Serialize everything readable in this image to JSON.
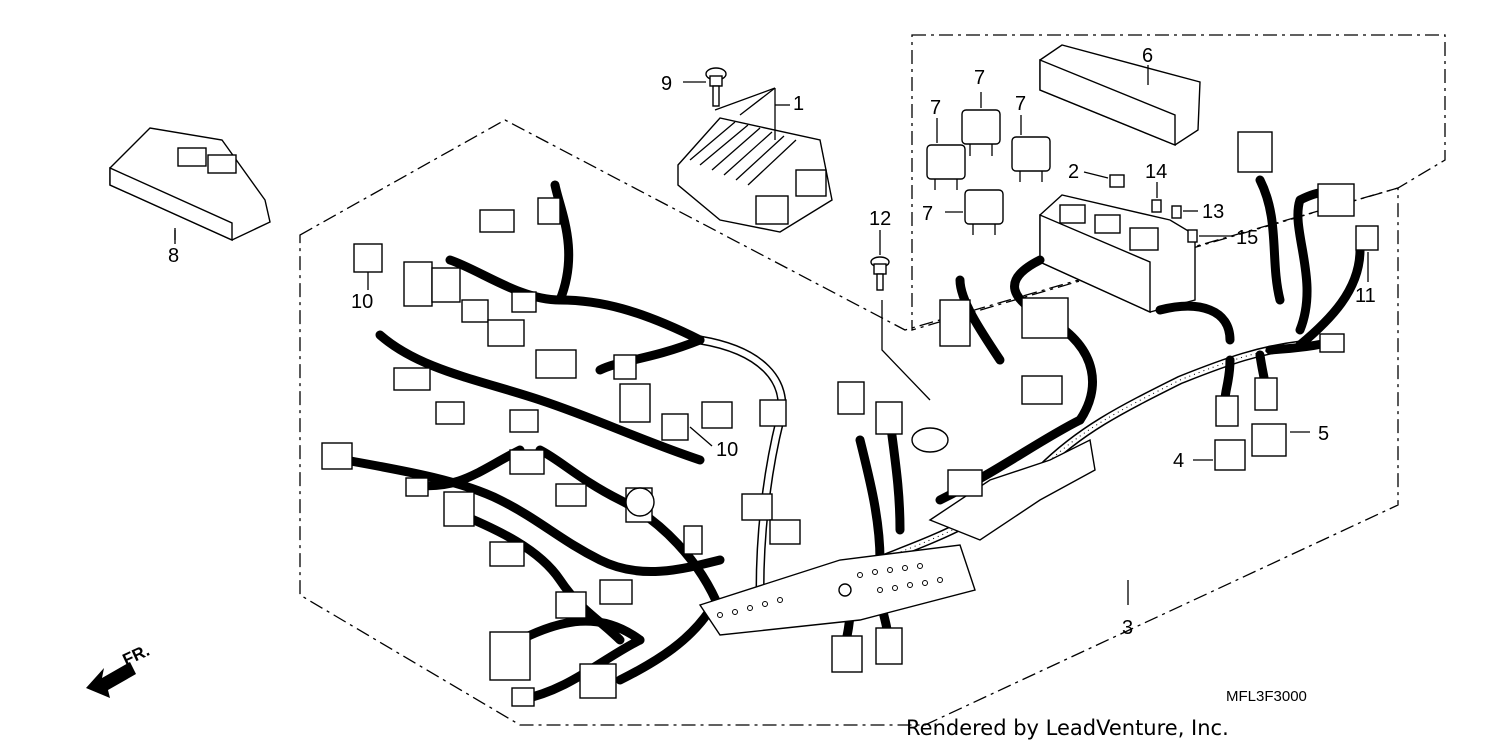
{
  "diagram": {
    "callouts": [
      {
        "id": "c1",
        "text": "1"
      },
      {
        "id": "c2",
        "text": "2"
      },
      {
        "id": "c3",
        "text": "3"
      },
      {
        "id": "c4",
        "text": "4"
      },
      {
        "id": "c5",
        "text": "5"
      },
      {
        "id": "c6",
        "text": "6"
      },
      {
        "id": "c7a",
        "text": "7"
      },
      {
        "id": "c7b",
        "text": "7"
      },
      {
        "id": "c7c",
        "text": "7"
      },
      {
        "id": "c7d",
        "text": "7"
      },
      {
        "id": "c8",
        "text": "8"
      },
      {
        "id": "c9",
        "text": "9"
      },
      {
        "id": "c10a",
        "text": "10"
      },
      {
        "id": "c10b",
        "text": "10"
      },
      {
        "id": "c11",
        "text": "11"
      },
      {
        "id": "c12",
        "text": "12"
      },
      {
        "id": "c13",
        "text": "13"
      },
      {
        "id": "c14",
        "text": "14"
      },
      {
        "id": "c15",
        "text": "15"
      }
    ],
    "direction_label": "FR.",
    "diagram_code": "MFL3F3000",
    "credit": "Rendered by LeadVenture, Inc."
  }
}
